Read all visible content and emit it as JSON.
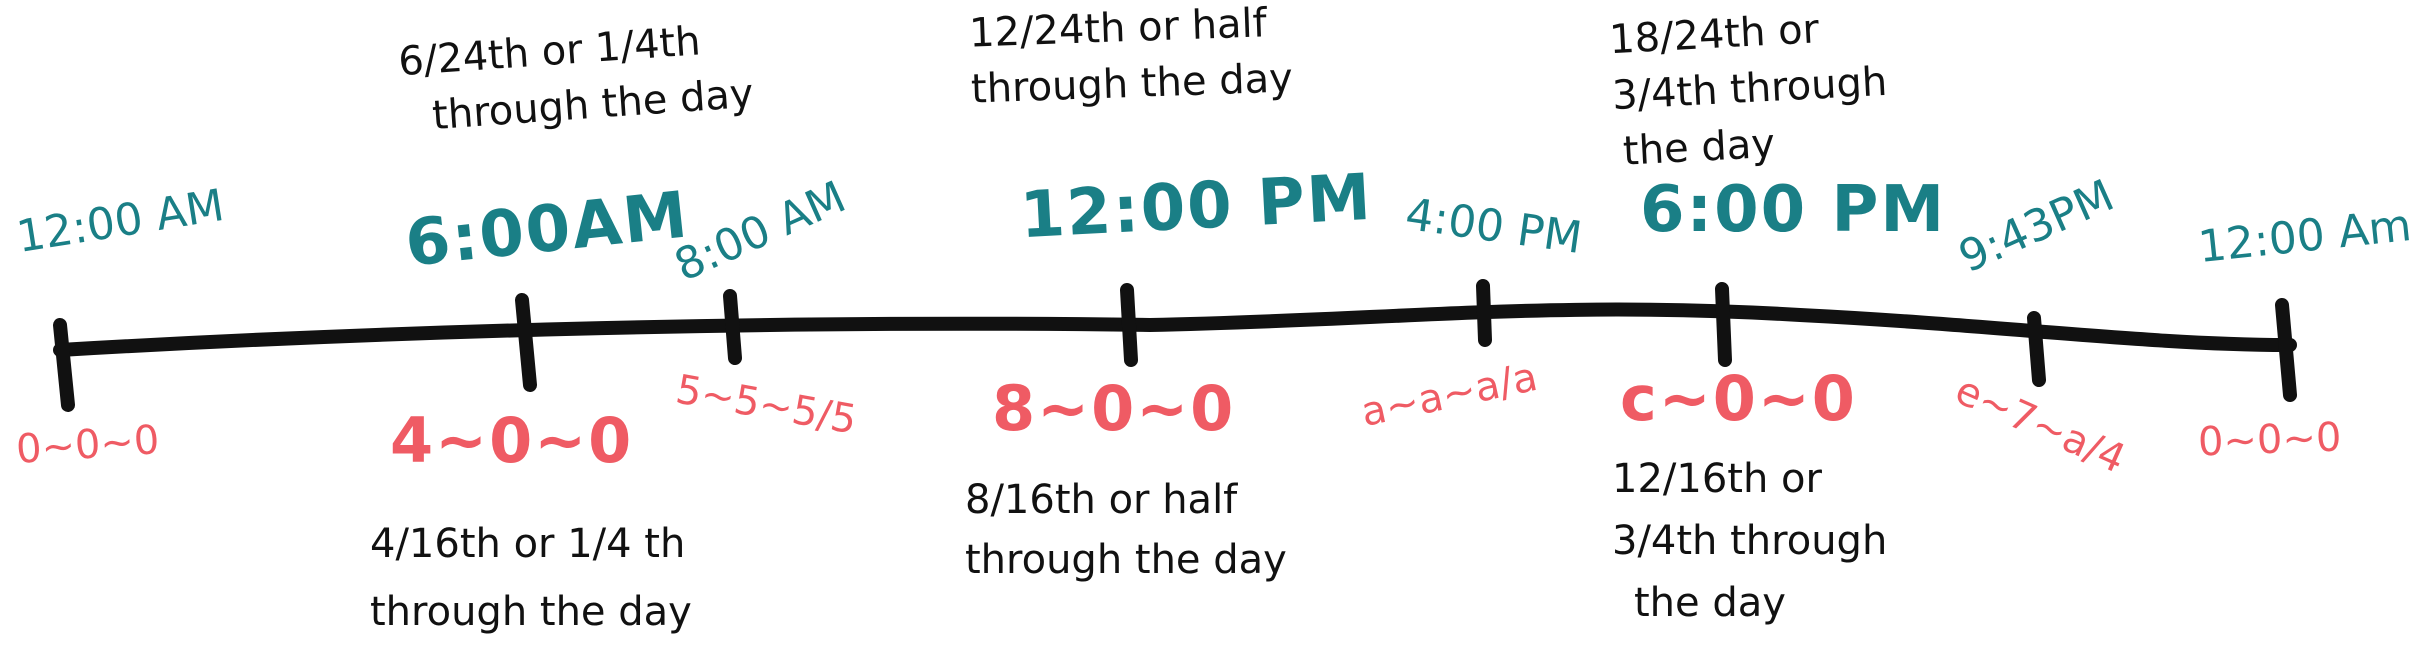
{
  "colors": {
    "line": "#111111",
    "time_label": "#1a7f86",
    "base_label": "#ef5b64",
    "note_text": "#111111"
  },
  "ticks": [
    {
      "time": "12:00 AM",
      "base": "0~0~0",
      "note": null,
      "emphasis": false
    },
    {
      "time": "6:00AM",
      "base": "4~0~0",
      "emphasis": true,
      "note_above": [
        "6/24th or 1/4th",
        "through the day"
      ],
      "note_below": [
        "4/16th or 1/4 th",
        "through the day"
      ]
    },
    {
      "time": "8:00 AM",
      "base": "5~5~5/5",
      "emphasis": false
    },
    {
      "time": "12:00 PM",
      "base": "8~0~0",
      "emphasis": true,
      "note_above": [
        "12/24th or half",
        "through the day"
      ],
      "note_below": [
        "8/16th or half",
        "through the day"
      ]
    },
    {
      "time": "4:00 PM",
      "base": "a~a~a/a",
      "emphasis": false
    },
    {
      "time": "6:00 PM",
      "base": "c~0~0",
      "emphasis": true,
      "note_above": [
        "18/24th or",
        "3/4th through",
        "the day"
      ],
      "note_below": [
        "12/16th or",
        "3/4th through",
        "the day"
      ]
    },
    {
      "time": "9:43PM",
      "base": "e~7~a/4",
      "emphasis": false
    },
    {
      "time": "12:00 Am",
      "base": "0~0~0",
      "emphasis": false
    }
  ]
}
